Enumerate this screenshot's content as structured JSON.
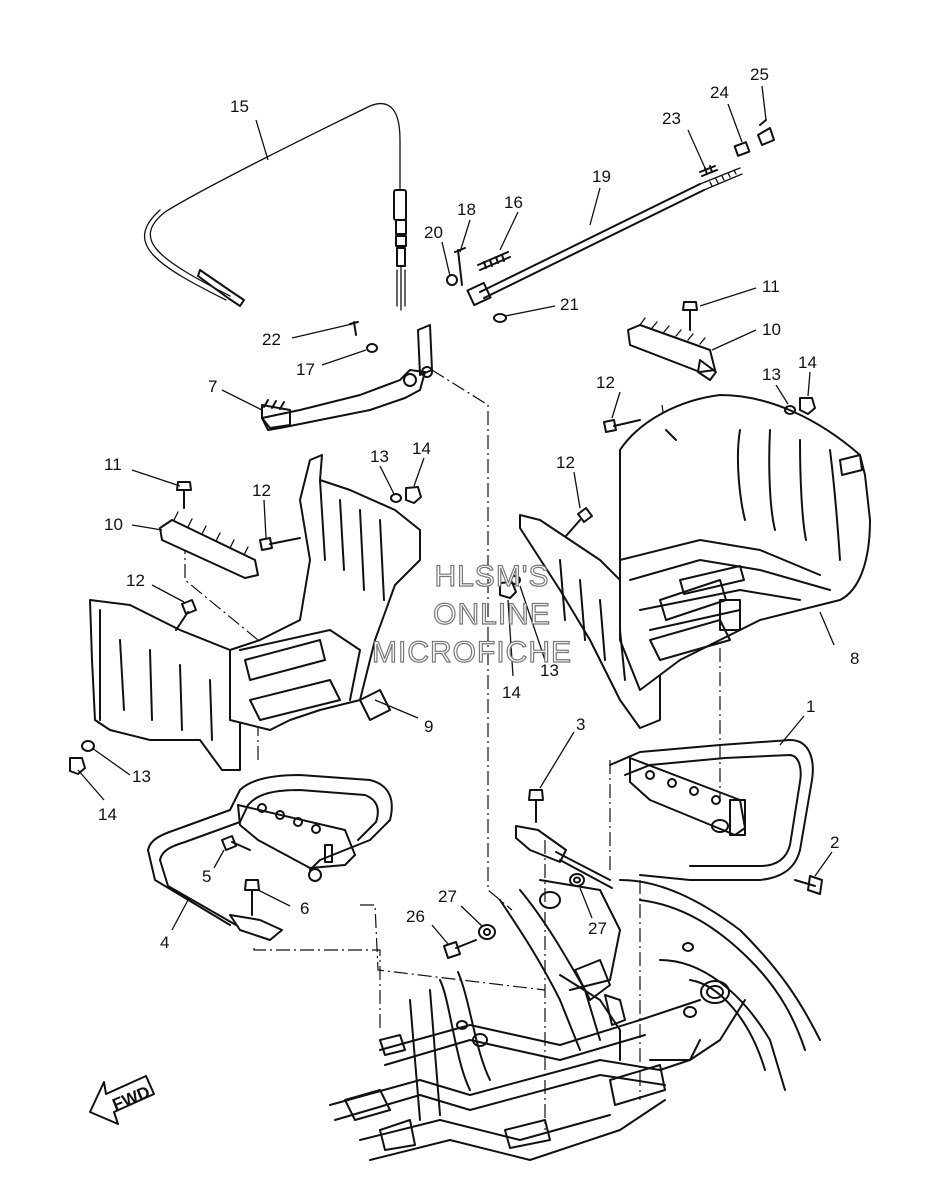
{
  "watermark": {
    "line1": "HLSM'S",
    "line2": "ONLINE",
    "line3": "MICROFICHE"
  },
  "fwd_arrow": {
    "label": "FWD"
  },
  "callouts": [
    {
      "id": "c1",
      "label": "1"
    },
    {
      "id": "c2",
      "label": "2"
    },
    {
      "id": "c3",
      "label": "3"
    },
    {
      "id": "c4",
      "label": "4"
    },
    {
      "id": "c5",
      "label": "5"
    },
    {
      "id": "c6",
      "label": "6"
    },
    {
      "id": "c7",
      "label": "7"
    },
    {
      "id": "c8",
      "label": "8"
    },
    {
      "id": "c9",
      "label": "9"
    },
    {
      "id": "c10a",
      "label": "10"
    },
    {
      "id": "c10b",
      "label": "10"
    },
    {
      "id": "c11a",
      "label": "11"
    },
    {
      "id": "c11b",
      "label": "11"
    },
    {
      "id": "c12a",
      "label": "12"
    },
    {
      "id": "c12b",
      "label": "12"
    },
    {
      "id": "c12c",
      "label": "12"
    },
    {
      "id": "c12d",
      "label": "12"
    },
    {
      "id": "c13a",
      "label": "13"
    },
    {
      "id": "c13b",
      "label": "13"
    },
    {
      "id": "c13c",
      "label": "13"
    },
    {
      "id": "c13d",
      "label": "13"
    },
    {
      "id": "c14a",
      "label": "14"
    },
    {
      "id": "c14b",
      "label": "14"
    },
    {
      "id": "c14c",
      "label": "14"
    },
    {
      "id": "c14d",
      "label": "14"
    },
    {
      "id": "c15",
      "label": "15"
    },
    {
      "id": "c16",
      "label": "16"
    },
    {
      "id": "c17",
      "label": "17"
    },
    {
      "id": "c18",
      "label": "18"
    },
    {
      "id": "c19",
      "label": "19"
    },
    {
      "id": "c20",
      "label": "20"
    },
    {
      "id": "c21",
      "label": "21"
    },
    {
      "id": "c22",
      "label": "22"
    },
    {
      "id": "c23",
      "label": "23"
    },
    {
      "id": "c24",
      "label": "24"
    },
    {
      "id": "c25",
      "label": "25"
    },
    {
      "id": "c26",
      "label": "26"
    },
    {
      "id": "c27a",
      "label": "27"
    },
    {
      "id": "c27b",
      "label": "27"
    }
  ]
}
